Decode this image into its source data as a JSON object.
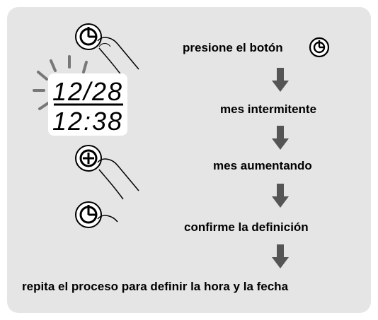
{
  "steps": {
    "step1": "presione el botón",
    "step2": "mes intermitente",
    "step3": "mes aumentando",
    "step4": "confirme la definición",
    "footer": "repita el proceso para definir la hora y la fecha"
  },
  "display": {
    "date": "12/28",
    "time": "12:38"
  },
  "icons": {
    "clock_button": "clock-icon",
    "plus_button": "plus-icon",
    "finger": "finger-icon",
    "arrow": "down-arrow-icon",
    "blink": "blink-rays"
  },
  "colors": {
    "panel": "#e5e5e6",
    "arrow": "#555555",
    "text": "#000000"
  }
}
